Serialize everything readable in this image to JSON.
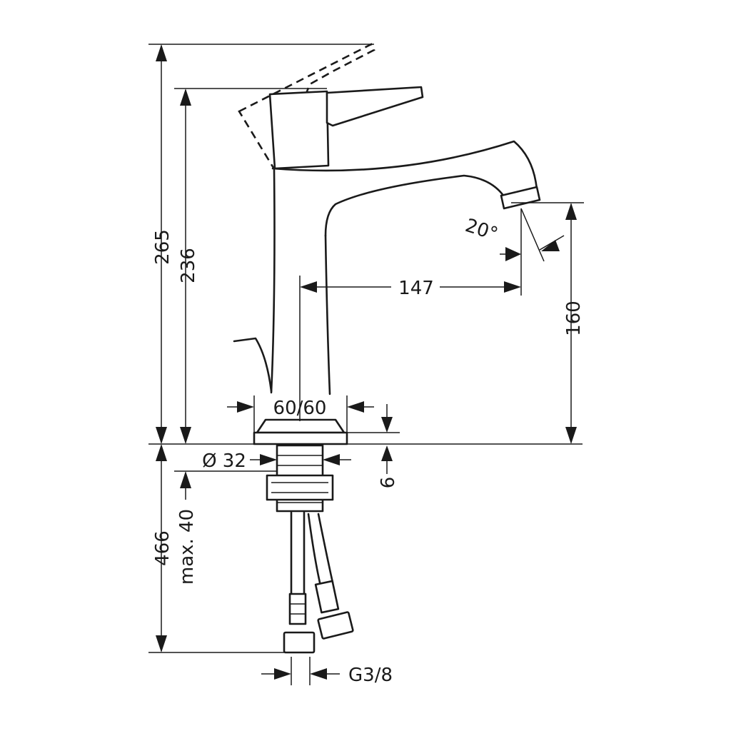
{
  "dimensions": {
    "total_height": "265",
    "handle_height": "236",
    "below_counter": "466",
    "max_counter_thickness": "max. 40",
    "spout_reach": "147",
    "spout_height": "160",
    "spray_angle": "20°",
    "base_diameter": "60/60",
    "shank_diameter": "Ø 32",
    "base_thickness": "6",
    "hose_thread": "G3/8"
  }
}
